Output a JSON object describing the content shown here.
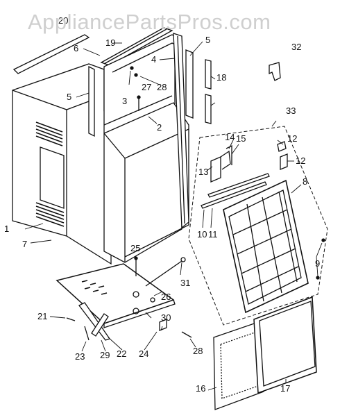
{
  "watermark": "AppliancePartsPros.com",
  "labels": {
    "n1": "1",
    "n2": "2",
    "n3": "3",
    "n4": "4",
    "n5a": "5",
    "n5b": "5",
    "n6": "6",
    "n7": "7",
    "n8": "8",
    "n9": "9",
    "n10": "10",
    "n11": "11",
    "n12a": "12",
    "n12b": "12",
    "n13": "13",
    "n14": "14",
    "n15": "15",
    "n16": "16",
    "n17": "17",
    "n18": "18",
    "n19": "19",
    "n20": "20",
    "n21": "21",
    "n22": "22",
    "n23": "23",
    "n24": "24",
    "n25": "25",
    "n26": "26",
    "n27": "27",
    "n28a": "28",
    "n28b": "28",
    "n29": "29",
    "n30": "30",
    "n31": "31",
    "n32": "32",
    "n33": "33"
  },
  "colors": {
    "ink": "#111111",
    "watermark": "#cfcfcf",
    "background": "#ffffff"
  }
}
